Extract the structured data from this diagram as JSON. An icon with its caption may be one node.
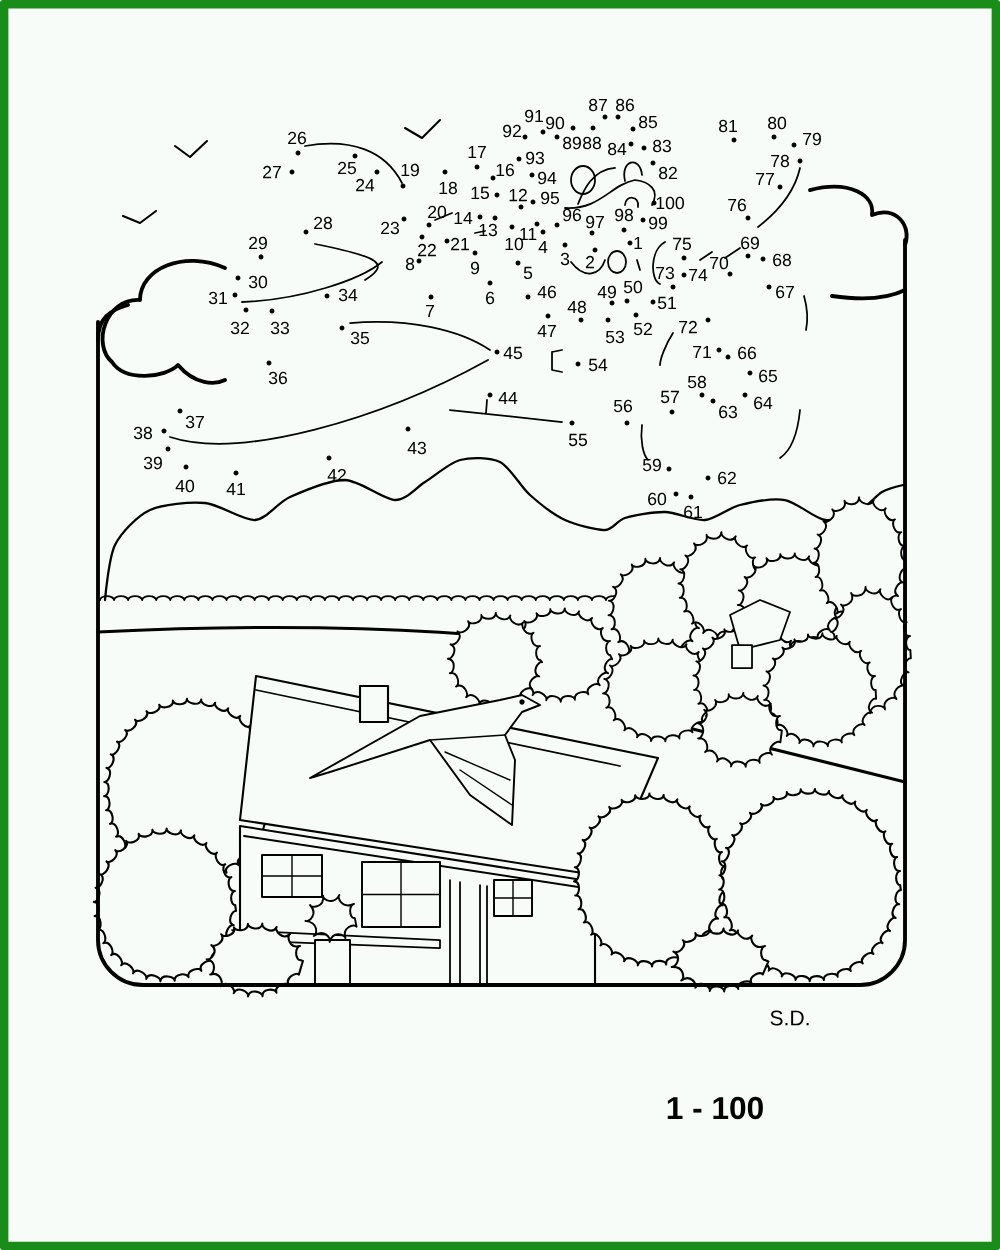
{
  "diagram": {
    "labels": [
      "1",
      "2",
      "3",
      "4",
      "5",
      "6",
      "7",
      "8",
      "9",
      "10",
      "11",
      "12",
      "13",
      "14",
      "15",
      "16",
      "17",
      "18",
      "19",
      "20",
      "21",
      "22",
      "23",
      "24",
      "25",
      "26",
      "27",
      "28",
      "29",
      "30",
      "31",
      "32",
      "33",
      "34",
      "35",
      "36",
      "37",
      "38",
      "39",
      "40",
      "41",
      "42",
      "43",
      "44",
      "45",
      "46",
      "47",
      "48",
      "49",
      "50",
      "51",
      "52",
      "53",
      "54",
      "55",
      "56",
      "57",
      "58",
      "59",
      "60",
      "61",
      "62",
      "63",
      "64",
      "65",
      "66",
      "67",
      "68",
      "69",
      "70",
      "71",
      "72",
      "73",
      "74",
      "75",
      "76",
      "77",
      "78",
      "79",
      "80",
      "81",
      "82",
      "83",
      "84",
      "85",
      "86",
      "87",
      "88",
      "89",
      "90",
      "91",
      "92",
      "93",
      "94",
      "95",
      "96",
      "97",
      "98",
      "99",
      "100",
      "S.D.",
      "1 - 100"
    ]
  }
}
